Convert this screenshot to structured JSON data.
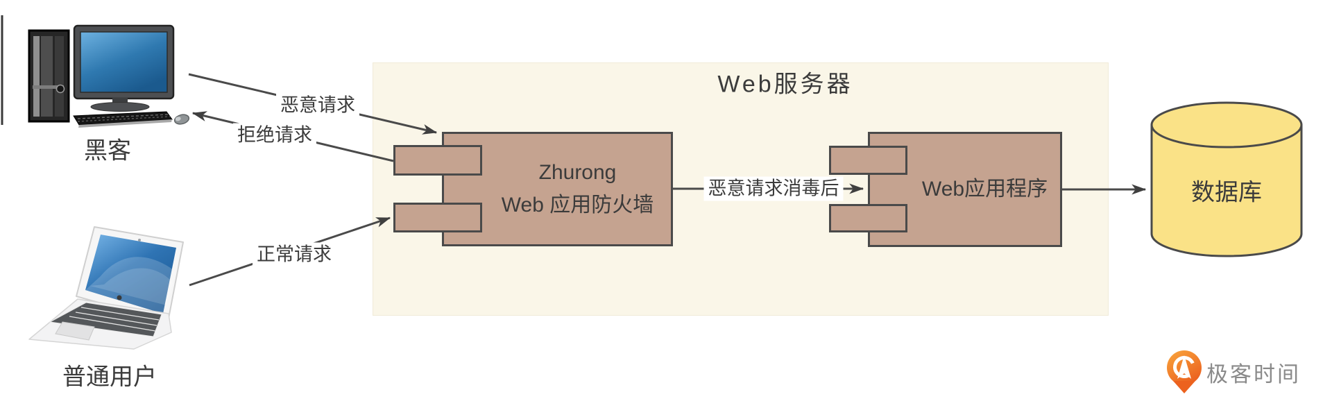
{
  "diagram_title": "Web服务器",
  "nodes": {
    "hacker": {
      "label": "黑客"
    },
    "normal_user": {
      "label": "普通用户"
    },
    "web_server": {
      "title": "Web服务器"
    },
    "firewall": {
      "line1": "Zhurong",
      "line2": "Web 应用防火墙"
    },
    "web_app": {
      "label": "Web应用程序"
    },
    "database": {
      "label": "数据库"
    }
  },
  "edges": {
    "malicious": {
      "label": "恶意请求",
      "from": "hacker",
      "to": "firewall"
    },
    "reject": {
      "label": "拒绝请求",
      "from": "firewall",
      "to": "hacker"
    },
    "normal": {
      "label": "正常请求",
      "from": "normal_user",
      "to": "firewall"
    },
    "sanitized": {
      "label": "恶意请求消毒后",
      "from": "firewall",
      "to": "web_app"
    },
    "to_database": {
      "label": "",
      "from": "web_app",
      "to": "database"
    }
  },
  "branding": {
    "logo_text": "极客时间"
  },
  "colors": {
    "component_fill": "#c5a390",
    "component_border": "#4a4a4a",
    "server_background": "#faf6e8",
    "database_fill": "#fae287",
    "arrow": "#4a4a4a",
    "text": "#3b3b3b",
    "logo_orange": "#ee6c1f",
    "logo_text_gray": "#8a8a8a",
    "screen_blue": "#2f79b0"
  }
}
